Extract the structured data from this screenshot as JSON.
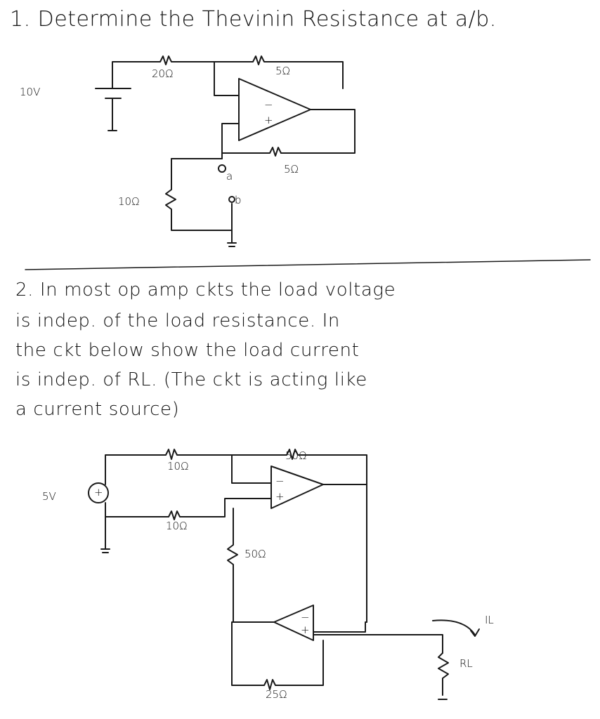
{
  "problem1": {
    "title": "1. Determine the Thevinin Resistance at a/b.",
    "labels": {
      "source": "10V",
      "r_top": "20Ω",
      "r_feedback": "5Ω",
      "r_mid": "5Ω",
      "r_left": "10Ω",
      "node_a": "a",
      "node_b": "b",
      "opamp_minus": "−",
      "opamp_plus": "+"
    }
  },
  "problem2": {
    "lines": [
      "2. In most op amp ckts the load voltage",
      "is indep. of the load resistance. In",
      "the ckt below show the load current",
      "is indep. of RL. (The ckt is acting like",
      "a current source)"
    ],
    "labels": {
      "source": "5V",
      "source_polarity": "+",
      "r_top": "10Ω",
      "r_feedback": "50Ω",
      "r_bottom_in": "10Ω",
      "r_mid": "50Ω",
      "r_bottom": "25Ω",
      "load_current": "IL",
      "load_resistor": "RL",
      "opamp1_minus": "−",
      "opamp1_plus": "+",
      "opamp2_minus": "−",
      "opamp2_plus": "+"
    }
  }
}
